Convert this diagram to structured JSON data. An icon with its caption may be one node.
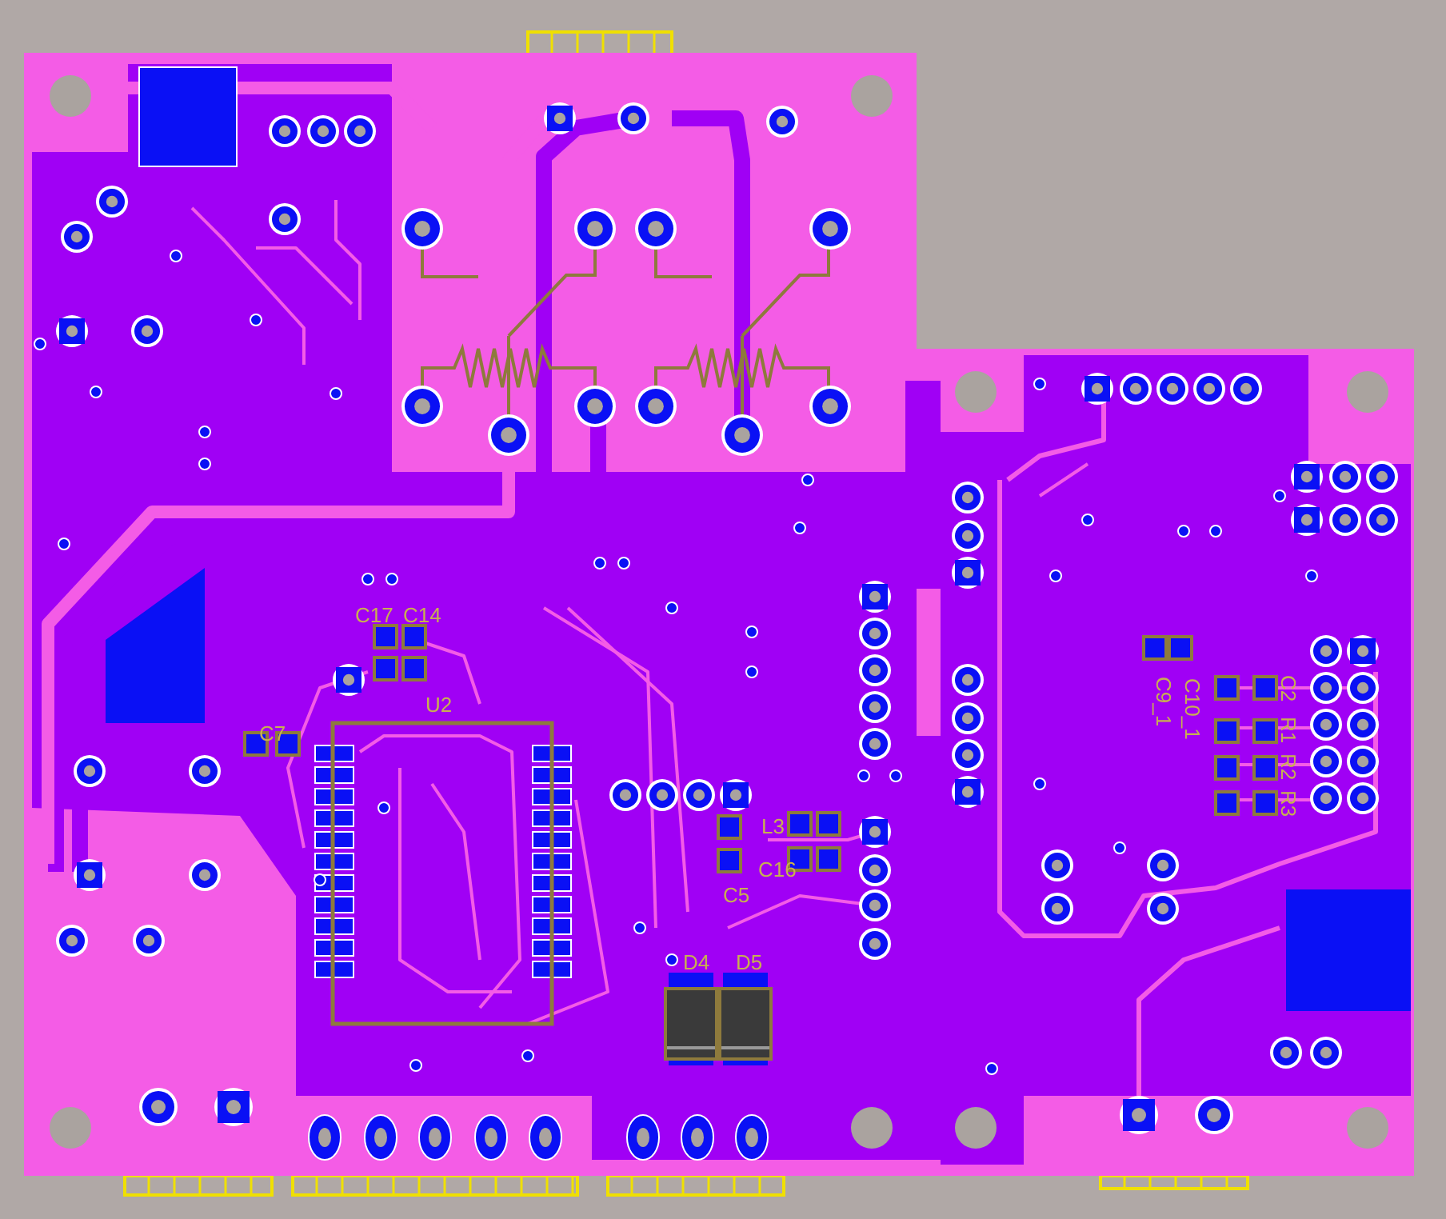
{
  "diagram": {
    "labels": [
      "C17",
      "C14",
      "U2",
      "C7",
      "L3",
      "C16",
      "C5",
      "D4",
      "D5",
      "C9_1",
      "C10_1",
      "C2",
      "R1",
      "R2",
      "R3"
    ]
  }
}
